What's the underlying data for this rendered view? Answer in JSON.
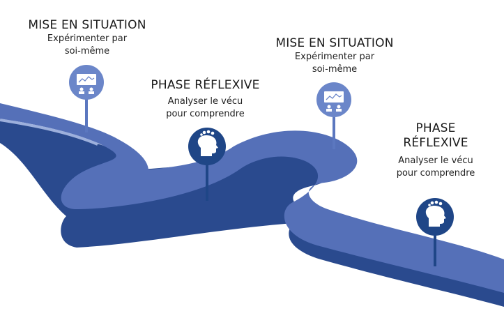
{
  "milestones": [
    {
      "title": "MISE EN SITUATION",
      "subtitle_line1": "Expérimenter par",
      "subtitle_line2": "soi-même",
      "icon": "presentation-board-icon"
    },
    {
      "title": "PHASE RÉFLEXIVE",
      "subtitle_line1": "Analyser le vécu",
      "subtitle_line2": "pour comprendre",
      "icon": "head-gears-icon"
    },
    {
      "title": "MISE EN SITUATION",
      "subtitle_line1": "Expérimenter par",
      "subtitle_line2": "soi-même",
      "icon": "presentation-board-icon"
    },
    {
      "title_line1": "PHASE",
      "title_line2": "RÉFLEXIVE",
      "subtitle_line1": "Analyser le vécu",
      "subtitle_line2": "pour comprendre",
      "icon": "head-gears-icon"
    }
  ],
  "colors": {
    "road_top": "#5570b8",
    "road_side": "#2a4a8e",
    "road_edge": "#ffffff",
    "pin_light": "#6b86c9",
    "pin_dark": "#1f4687",
    "background": "#ffffff"
  }
}
